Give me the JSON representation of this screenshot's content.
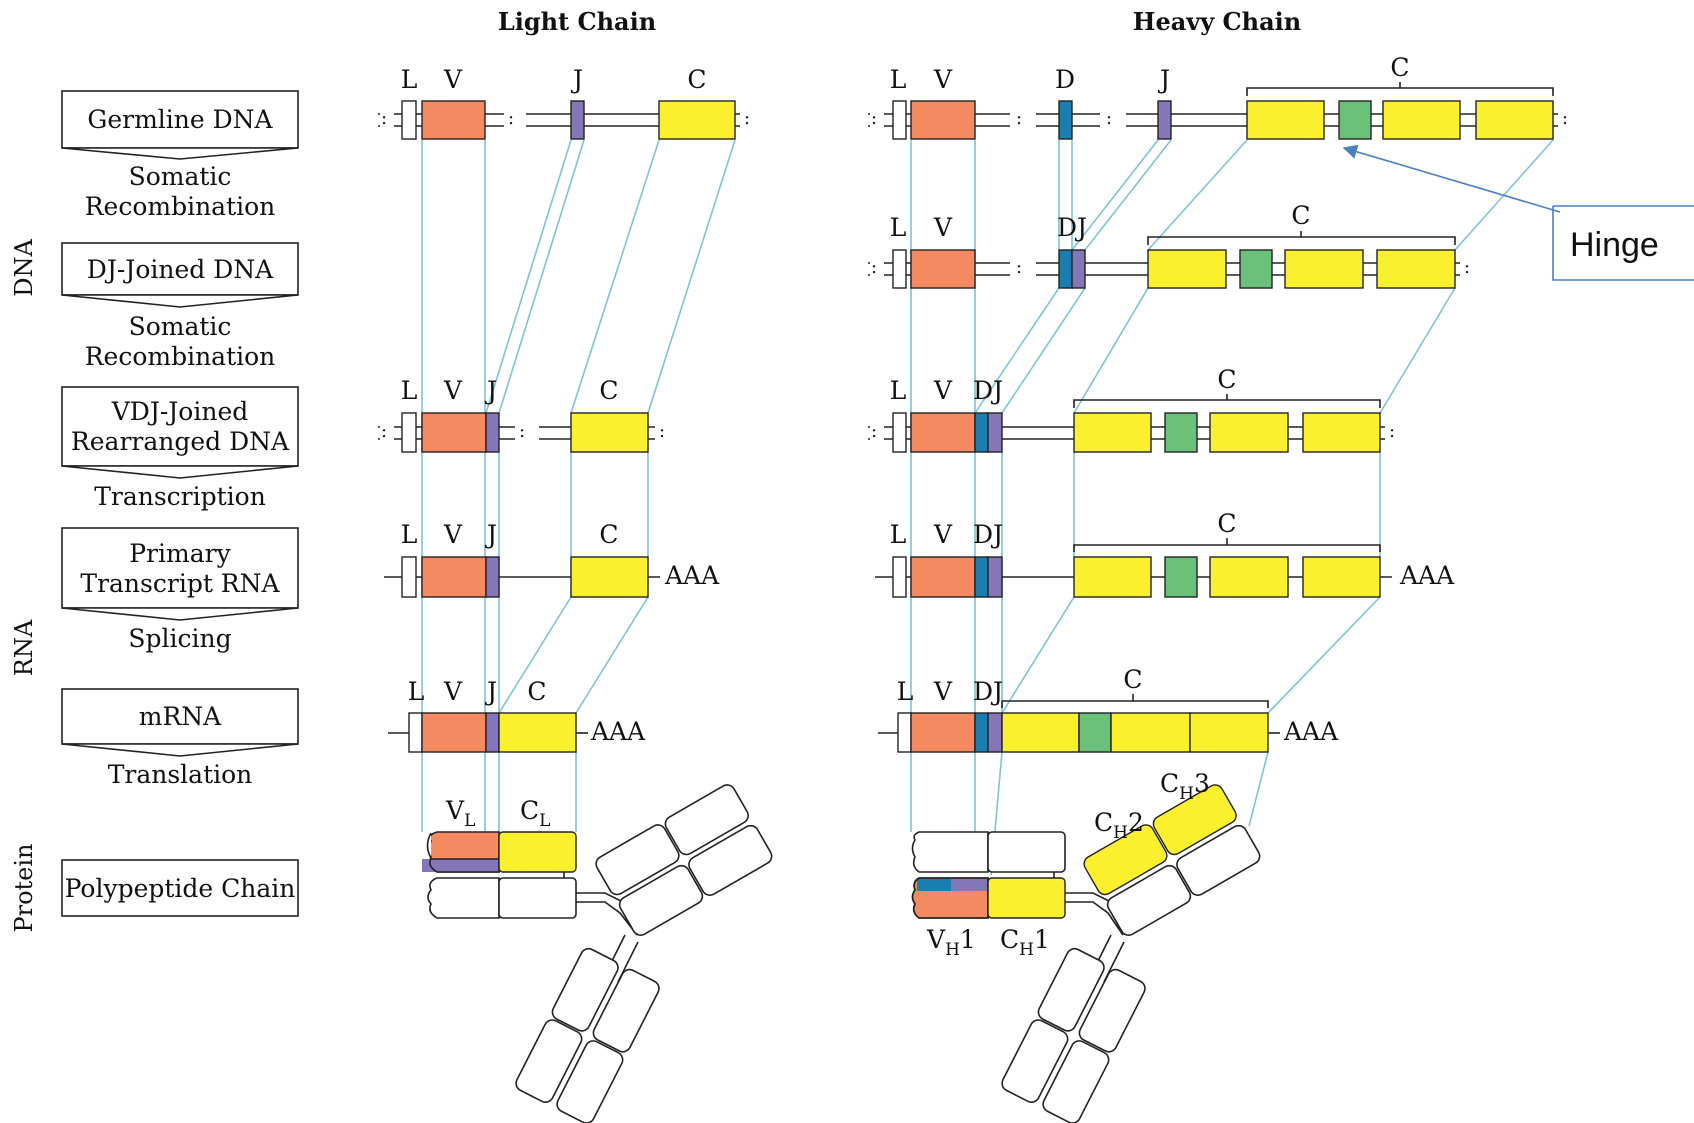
{
  "titles": {
    "light": "Light Chain",
    "heavy": "Heavy Chain"
  },
  "side_labels": {
    "dna": "DNA",
    "rna": "RNA",
    "protein": "Protein"
  },
  "steps": [
    {
      "lines": [
        "Germline DNA"
      ],
      "process": [
        "Somatic",
        "Recombination"
      ]
    },
    {
      "lines": [
        "DJ-Joined DNA"
      ],
      "process": [
        "Somatic",
        "Recombination"
      ]
    },
    {
      "lines": [
        "VDJ-Joined",
        "Rearranged DNA"
      ],
      "process": [
        "Transcription"
      ]
    },
    {
      "lines": [
        "Primary",
        "Transcript RNA"
      ],
      "process": [
        "Splicing"
      ]
    },
    {
      "lines": [
        "mRNA"
      ],
      "process": [
        "Translation"
      ]
    },
    {
      "lines": [
        "Polypeptide Chain"
      ],
      "process": []
    }
  ],
  "segment_labels": {
    "L": "L",
    "V": "V",
    "D": "D",
    "J": "J",
    "DJ": "DJ",
    "C": "C"
  },
  "poly_a": "AAA",
  "domain_labels": {
    "VL": {
      "base": "V",
      "sub": "L"
    },
    "CL": {
      "base": "C",
      "sub": "L"
    },
    "VH1": {
      "base": "V",
      "sub": "H",
      "suffix": "1"
    },
    "CH1": {
      "base": "C",
      "sub": "H",
      "suffix": "1"
    },
    "CH2": {
      "base": "C",
      "sub": "H",
      "suffix": "2"
    },
    "CH3": {
      "base": "C",
      "sub": "H",
      "suffix": "3"
    }
  },
  "callout": {
    "label": "Hinge",
    "arrow_color": "#4a7fc1"
  },
  "colors": {
    "V": "#f58a62",
    "J": "#8576b8",
    "D": "#1a7fb0",
    "C": "#fbf02d",
    "hinge": "#6cc17a",
    "connector": "#7fc3d6"
  }
}
